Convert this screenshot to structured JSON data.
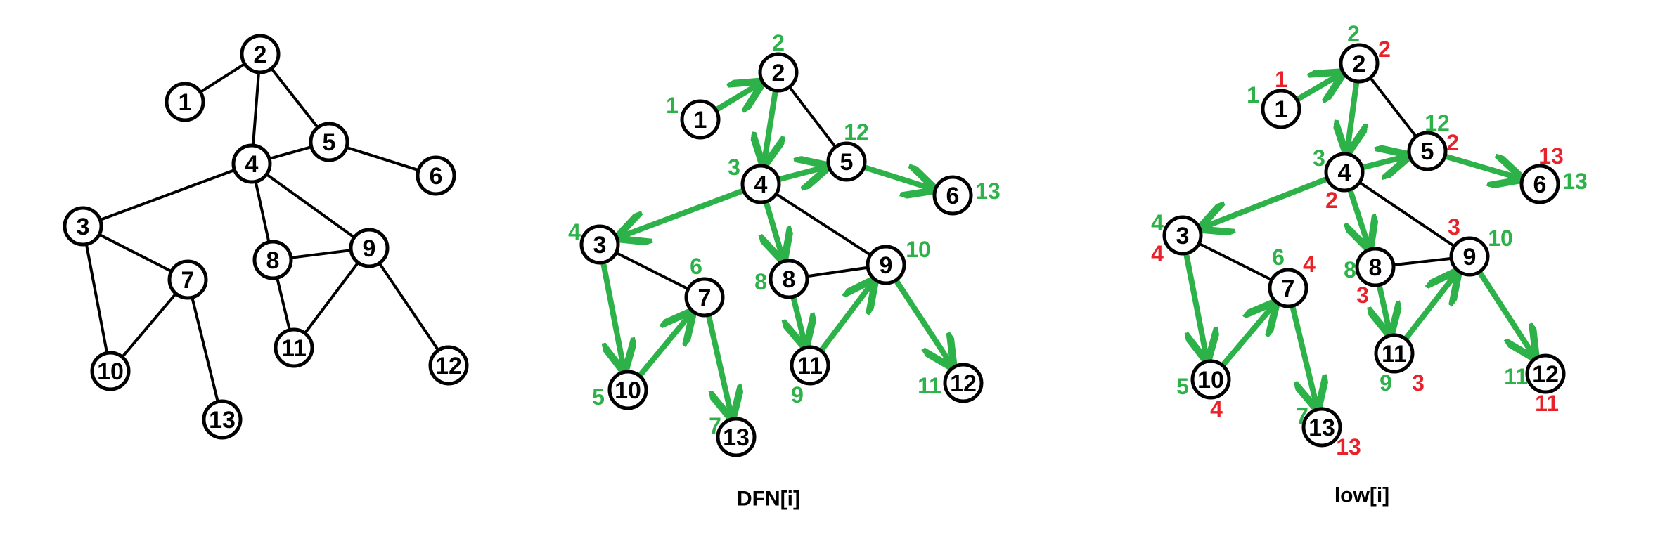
{
  "colors": {
    "tree_edge": "#2db24a",
    "dfn_label": "#2db24a",
    "low_label": "#e8222a",
    "plain_edge": "#000000"
  },
  "nodes": [
    {
      "id": "1",
      "dfn": "1",
      "low": "1"
    },
    {
      "id": "2",
      "dfn": "2",
      "low": "2"
    },
    {
      "id": "3",
      "dfn": "4",
      "low": "4"
    },
    {
      "id": "4",
      "dfn": "3",
      "low": "2"
    },
    {
      "id": "5",
      "dfn": "12",
      "low": "2"
    },
    {
      "id": "6",
      "dfn": "13",
      "low": "13"
    },
    {
      "id": "7",
      "dfn": "6",
      "low": "4"
    },
    {
      "id": "8",
      "dfn": "8",
      "low": "3"
    },
    {
      "id": "9",
      "dfn": "10",
      "low": "3"
    },
    {
      "id": "10",
      "dfn": "5",
      "low": "4"
    },
    {
      "id": "11",
      "dfn": "9",
      "low": "3"
    },
    {
      "id": "12",
      "dfn": "11",
      "low": "11"
    },
    {
      "id": "13",
      "dfn": "7",
      "low": "13"
    }
  ],
  "edges": [
    {
      "from": "1",
      "to": "2",
      "tree": true
    },
    {
      "from": "2",
      "to": "4",
      "tree": true
    },
    {
      "from": "2",
      "to": "5",
      "tree": false
    },
    {
      "from": "4",
      "to": "5",
      "tree": true
    },
    {
      "from": "5",
      "to": "6",
      "tree": true
    },
    {
      "from": "4",
      "to": "3",
      "tree": true
    },
    {
      "from": "4",
      "to": "8",
      "tree": true
    },
    {
      "from": "4",
      "to": "9",
      "tree": false
    },
    {
      "from": "3",
      "to": "7",
      "tree": false
    },
    {
      "from": "3",
      "to": "10",
      "tree": true
    },
    {
      "from": "10",
      "to": "7",
      "tree": true
    },
    {
      "from": "7",
      "to": "13",
      "tree": true
    },
    {
      "from": "8",
      "to": "9",
      "tree": false
    },
    {
      "from": "8",
      "to": "11",
      "tree": true
    },
    {
      "from": "11",
      "to": "9",
      "tree": true
    },
    {
      "from": "9",
      "to": "12",
      "tree": true
    }
  ],
  "panels": [
    {
      "key": "plain",
      "caption": ""
    },
    {
      "key": "dfn",
      "caption": "DFN[i]"
    },
    {
      "key": "low",
      "caption": "low[i]"
    }
  ]
}
